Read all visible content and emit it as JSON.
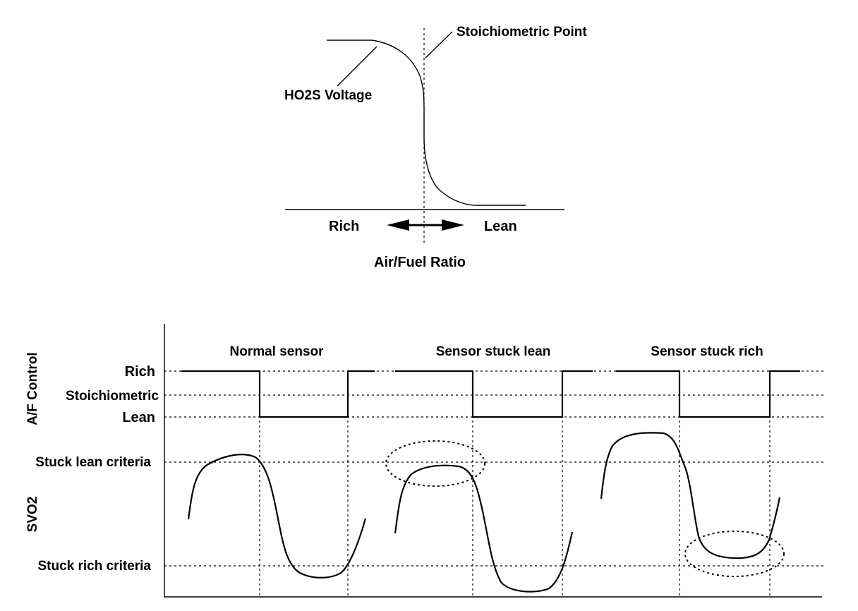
{
  "top_diagram": {
    "stoich_label": "Stoichiometric Point",
    "ho2s_label": "HO2S Voltage",
    "rich_label": "Rich",
    "lean_label": "Lean",
    "axis_label": "Air/Fuel Ratio"
  },
  "bottom_diagram": {
    "af_control_axis_label": "A/F Control",
    "svo2_axis_label": "SVO2",
    "levels": {
      "rich": "Rich",
      "stoichiometric": "Stoichiometric",
      "lean": "Lean",
      "stuck_lean": "Stuck lean criteria",
      "stuck_rich": "Stuck rich criteria"
    },
    "panels": [
      {
        "title": "Normal sensor"
      },
      {
        "title": "Sensor stuck lean"
      },
      {
        "title": "Sensor stuck rich"
      }
    ]
  }
}
